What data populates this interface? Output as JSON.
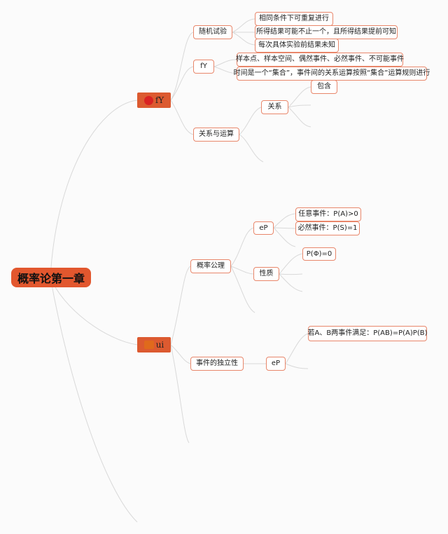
{
  "root": {
    "label": "概率论第一章"
  },
  "branches": [
    {
      "label": "fY",
      "children": [
        {
          "label": "随机试验",
          "children": [
            "相同条件下可重复进行",
            "所得结果可能不止一个，且所得结果提前可知",
            "每次具体实验前结果未知"
          ]
        },
        {
          "label": "fY",
          "children": [
            "样本点、样本空间、偶然事件、必然事件、不可能事件",
            "时间是一个“集合”，事件间的关系运算按照“集合”运算规则进行"
          ]
        },
        {
          "label": "关系与运算",
          "children": [
            {
              "label": "关系",
              "children": [
                "包含"
              ]
            }
          ]
        }
      ]
    },
    {
      "label": "ui",
      "children": [
        {
          "label": "概率公理",
          "children": [
            {
              "label": "eP",
              "children": [
                "任意事件：P(A)>0",
                "必然事件：P(S)=1"
              ]
            },
            {
              "label": "性质",
              "children": [
                "P(Φ)=0"
              ]
            }
          ]
        },
        {
          "label": "事件的独立性",
          "children": [
            {
              "label": "eP",
              "children": [
                "若A、B两事件满足：P(AB)=P(A)P(B)"
              ]
            }
          ]
        }
      ]
    }
  ]
}
